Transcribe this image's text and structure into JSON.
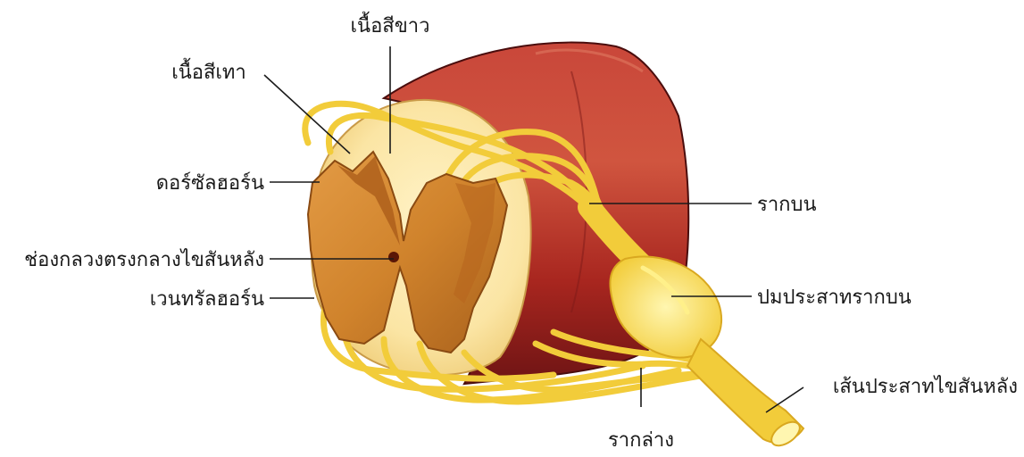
{
  "labels": {
    "white_matter": "เนื้อสีขาว",
    "gray_matter": "เนื้อสีเทา",
    "dorsal_horn": "ดอร์ซัลฮอร์น",
    "central_canal": "ช่องกลวงตรงกลางไขสันหลัง",
    "ventral_horn": "เวนทรัลฮอร์น",
    "dorsal_root": "รากบน",
    "dorsal_root_ganglion": "ปมประสาทรากบน",
    "ventral_root": "รากล่าง",
    "spinal_nerve": "เส้นประสาทไขสันหลัง"
  },
  "colors": {
    "cord_body": "#b8302a",
    "cord_shadow": "#6e1414",
    "white_matter": "#fbe5a4",
    "gray_matter": "#d98a32",
    "nerve": "#f2cc3a",
    "central_canal": "#5a1606",
    "leader_line": "#1a1a1a"
  }
}
